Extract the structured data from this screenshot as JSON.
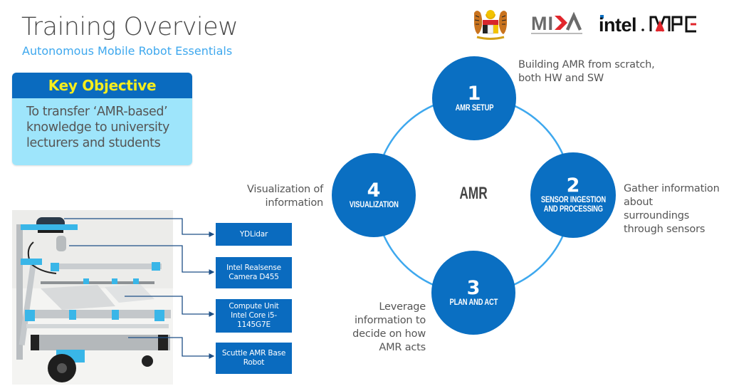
{
  "header": {
    "title": "Training Overview",
    "subtitle": "Autonomous Mobile Robot Essentials"
  },
  "logos": [
    {
      "name": "malaysia-coat-of-arms",
      "text": ""
    },
    {
      "name": "mida",
      "text": "MIDA"
    },
    {
      "name": "intel",
      "text": "intel."
    },
    {
      "name": "mpc",
      "text": "MPC"
    }
  ],
  "key_objective": {
    "heading": "Key Objective",
    "lines": [
      "To transfer ‘AMR-based’",
      "knowledge to university",
      "lecturers and students"
    ]
  },
  "robot": {
    "components": [
      {
        "lines": [
          "YDLidar"
        ]
      },
      {
        "lines": [
          "Intel Realsense",
          "Camera D455"
        ]
      },
      {
        "lines": [
          "Compute Unit",
          "Intel Core i5-",
          "1145G7E"
        ]
      },
      {
        "lines": [
          "Scuttle AMR Base",
          "Robot"
        ]
      }
    ]
  },
  "cycle": {
    "center": "AMR",
    "colors": {
      "node": "#0a6fc2",
      "ring": "#3ea8ee"
    },
    "nodes": [
      {
        "number": "1",
        "label_lines": [
          "AMR SETUP"
        ],
        "description_lines": [
          "Building AMR from scratch,",
          "both HW and SW"
        ]
      },
      {
        "number": "2",
        "label_lines": [
          "SENSOR INGESTION",
          "AND PROCESSING"
        ],
        "description_lines": [
          "Gather information",
          "about",
          "surroundings",
          "through sensors"
        ]
      },
      {
        "number": "3",
        "label_lines": [
          "PLAN AND ACT"
        ],
        "description_lines": [
          "Leverage",
          "information to",
          "decide on how",
          "AMR acts"
        ]
      },
      {
        "number": "4",
        "label_lines": [
          "VISUALIZATION"
        ],
        "description_lines": [
          "Visualization of",
          "information"
        ]
      }
    ]
  }
}
